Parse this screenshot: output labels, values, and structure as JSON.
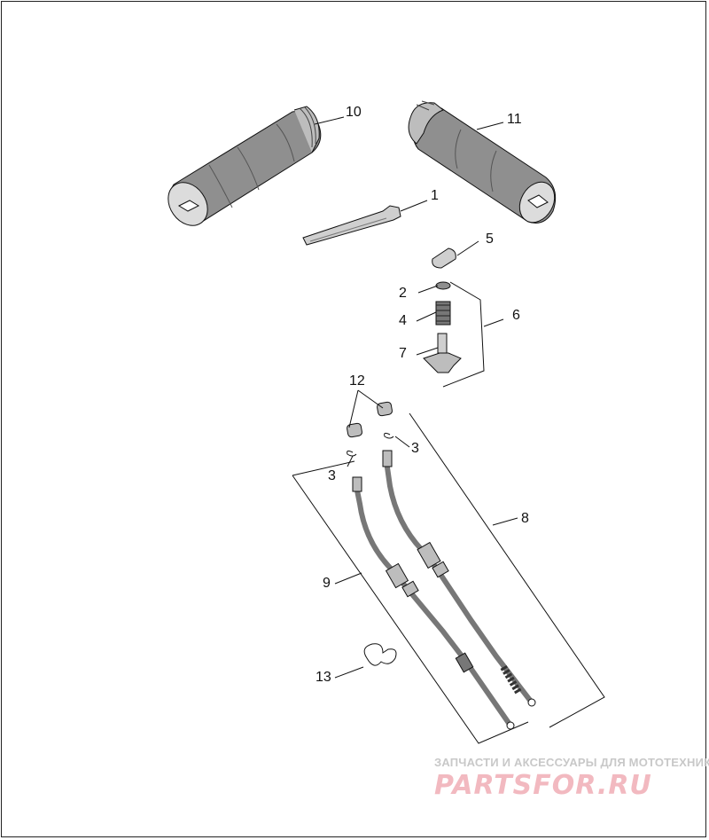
{
  "callouts": {
    "c1": "1",
    "c2": "2",
    "c3a": "3",
    "c3b": "3",
    "c4": "4",
    "c5": "5",
    "c6": "6",
    "c7": "7",
    "c8": "8",
    "c9": "9",
    "c10": "10",
    "c11": "11",
    "c12": "12",
    "c13": "13"
  },
  "watermark": {
    "tagline": "ЗАПЧАСТИ И АКСЕССУАРЫ ДЛЯ МОТОТЕХНИКИ",
    "logo": "PARTSFOR.RU"
  },
  "colors": {
    "line": "#111111",
    "grip_fill": "#8c8c8c",
    "watermark_red": "#f2b9c0",
    "watermark_gray": "#c8c8c8"
  }
}
